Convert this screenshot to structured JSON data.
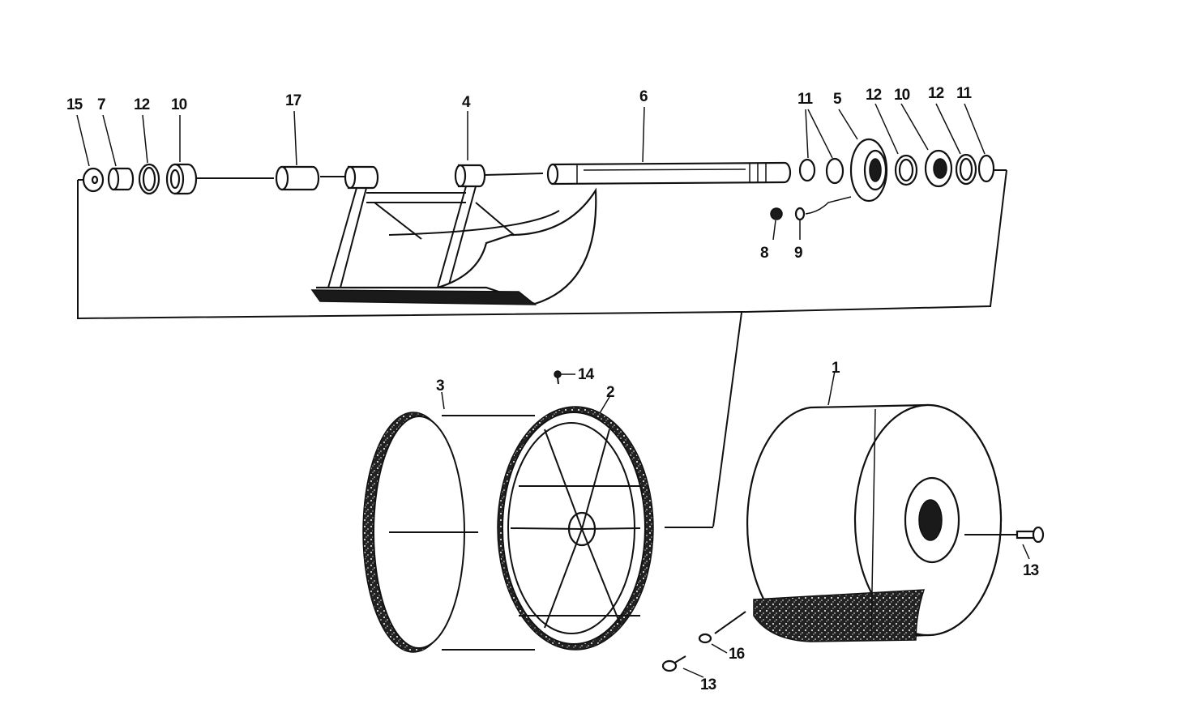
{
  "parts": [
    {
      "id": "1",
      "label": "1"
    },
    {
      "id": "2",
      "label": "2"
    },
    {
      "id": "3",
      "label": "3"
    },
    {
      "id": "4",
      "label": "4"
    },
    {
      "id": "5",
      "label": "5"
    },
    {
      "id": "6",
      "label": "6"
    },
    {
      "id": "7",
      "label": "7"
    },
    {
      "id": "8",
      "label": "8"
    },
    {
      "id": "9",
      "label": "9"
    },
    {
      "id": "10a",
      "label": "10"
    },
    {
      "id": "10b",
      "label": "10"
    },
    {
      "id": "11a",
      "label": "11"
    },
    {
      "id": "11b",
      "label": "11"
    },
    {
      "id": "12a",
      "label": "12"
    },
    {
      "id": "12b",
      "label": "12"
    },
    {
      "id": "12c",
      "label": "12"
    },
    {
      "id": "13a",
      "label": "13"
    },
    {
      "id": "13b",
      "label": "13"
    },
    {
      "id": "14",
      "label": "14"
    },
    {
      "id": "15",
      "label": "15"
    },
    {
      "id": "16",
      "label": "16"
    },
    {
      "id": "17",
      "label": "17"
    }
  ]
}
